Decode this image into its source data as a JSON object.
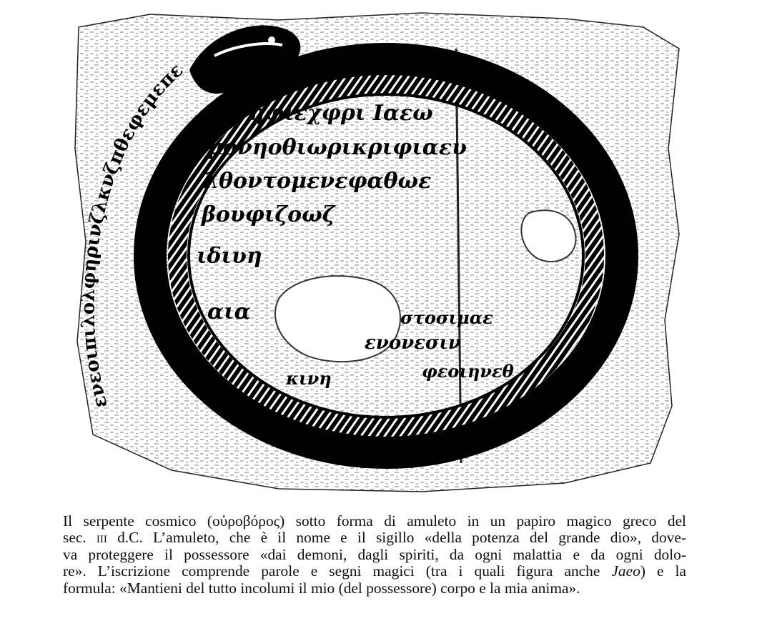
{
  "figure": {
    "papyrus_rows": [
      "κνηφιεχφρι Ιαεω",
      "μονηοθιωρικριφιαευ",
      "λθοντομενεφαθωε",
      "βουφιζοωζ",
      "ιδιυη",
      "αια",
      "φεοιηνεθ",
      "κινη",
      "στοσιμαε",
      "ενονεσιν"
    ],
    "ring_inscription": "ενεοιπιλολφηρινζλκνζπθεφεμεπεροηεσ"
  },
  "caption": {
    "line1_a": "Il serpente cosmico (",
    "line1_greek": "οὐροβόρος",
    "line1_b": ") sotto forma di amuleto in un papiro magico greco del",
    "line2_a": "sec. ",
    "line2_sc": "iii",
    "line2_b": " d.C. L’amuleto, che è il nome e il sigillo «della potenza del grande dio», dove-",
    "line3": "va proteggere il possessore «dai demoni, dagli spiriti, da ogni malattia e da ogni dolo-",
    "line4_a": "re». L’iscrizione comprende parole e segni magici (tra i quali figura anche ",
    "line4_italic": "Jaeo",
    "line4_b": ") e la",
    "line5": "formula: «Mantieni del tutto incolumi il mio (del possessore) corpo e la mia anima»."
  }
}
